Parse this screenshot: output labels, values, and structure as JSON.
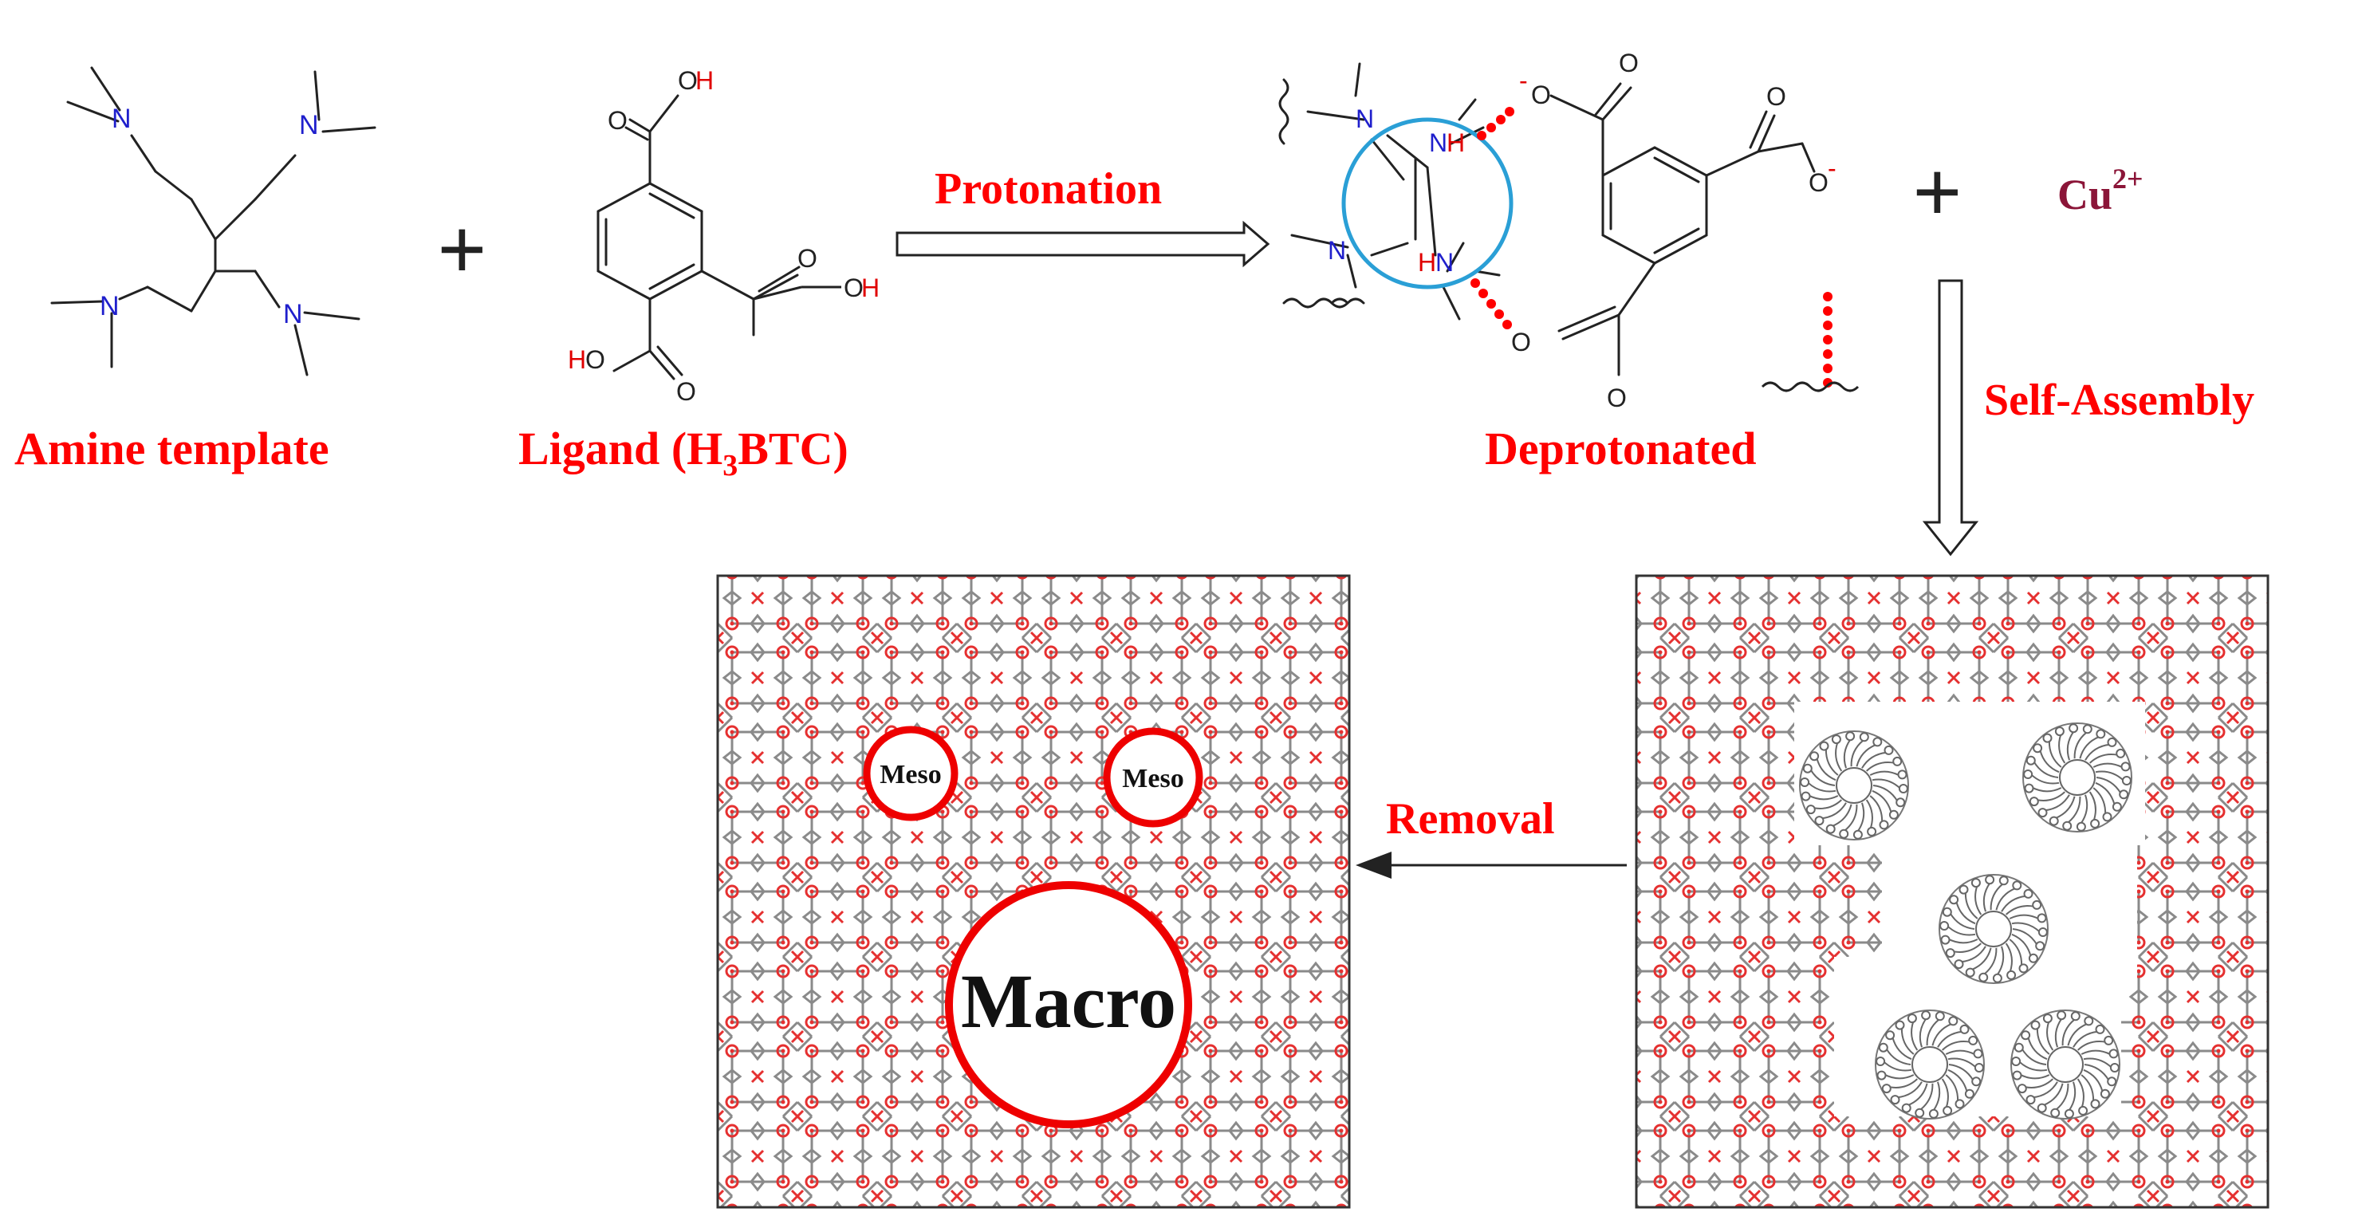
{
  "labels": {
    "amine_template": "Amine template",
    "ligand_prefix": "Ligand (H",
    "ligand_sub": "3",
    "ligand_suffix": "BTC)",
    "protonation": "Protonation",
    "deprotonated": "Deprotonated",
    "cu_base": "Cu",
    "cu_charge": "2+",
    "self_assembly": "Self-Assembly",
    "removal": "Removal",
    "meso": "Meso",
    "macro": "Macro",
    "plus": "+"
  },
  "atoms": {
    "n": "N",
    "o": "O",
    "oh": "OH",
    "ho": "HO",
    "h": "H",
    "nh": "NH",
    "hn": "HN",
    "o_minus": "O",
    "minus": "-"
  },
  "colors": {
    "label_red": "#ff0000",
    "cu_color": "#8b1538",
    "nitrogen": "#1f1fcc",
    "oxygen_red": "#e00000",
    "bond": "#222222",
    "circle_blue": "#2a9fd6",
    "framework_red": "#e53030",
    "framework_gray": "#8a8a8a",
    "pore_red": "#ee0000"
  }
}
